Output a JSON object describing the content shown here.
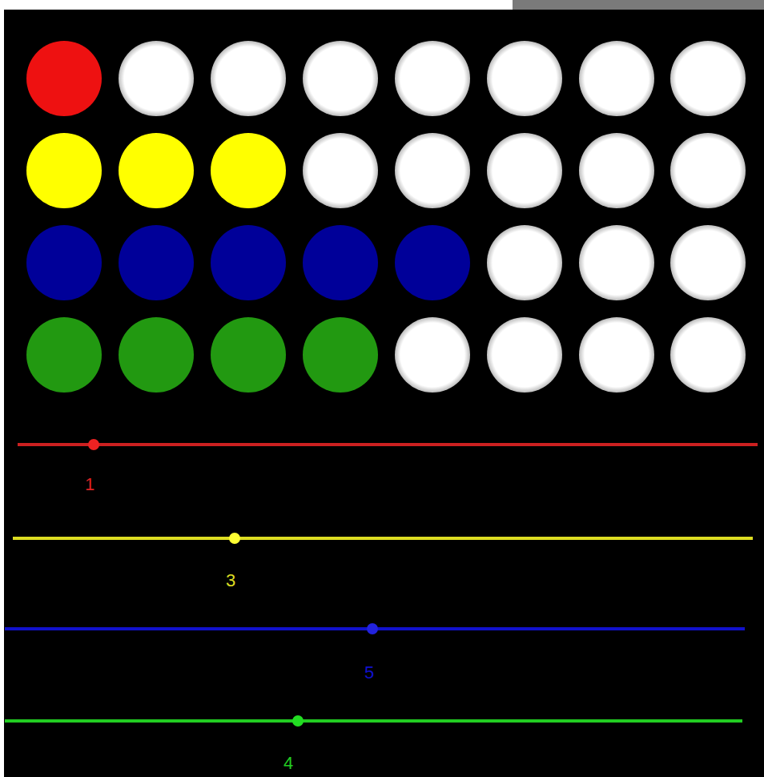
{
  "diagram": {
    "labels": [
      "1",
      "3",
      "5",
      "4"
    ]
  }
}
